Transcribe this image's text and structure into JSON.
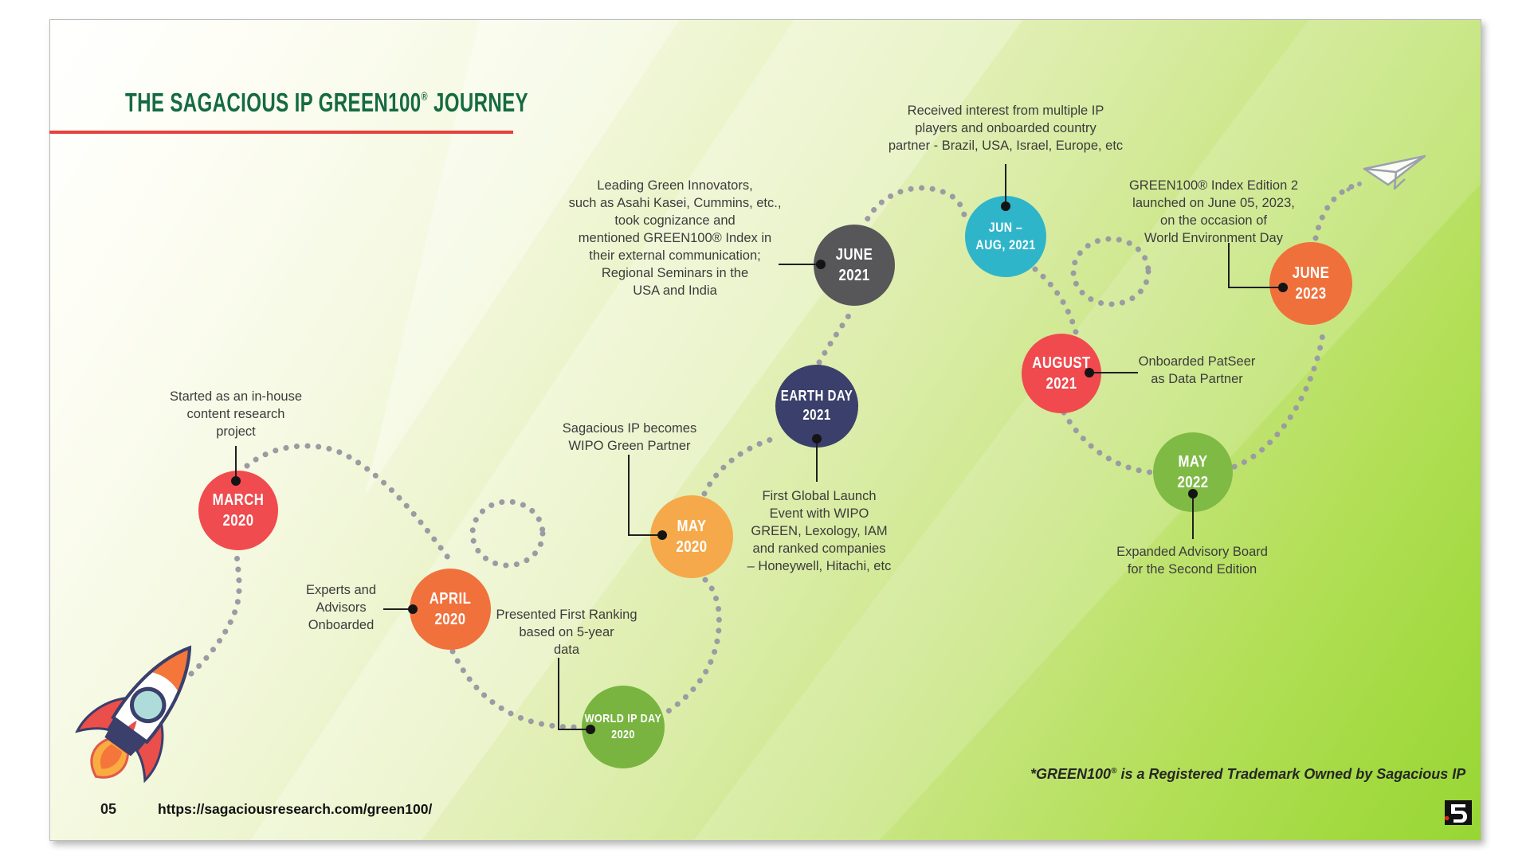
{
  "slide": {
    "title": {
      "main": "THE SAGACIOUS IP GREEN100",
      "registered": "®",
      "suffix": " JOURNEY"
    },
    "accent_colors": {
      "title_green": "#156B40",
      "underline_red": "#E8403A",
      "dotted_path_gray": "#9b9ba3"
    },
    "icons": {
      "rocket": "rocket-illustration",
      "paper_plane": "paper-plane-icon",
      "logo": "sagacious-logo"
    },
    "footer": {
      "page_number": "05",
      "url": "https://sagaciousresearch.com/green100/"
    },
    "trademark": {
      "prefix": "*GREEN100",
      "registered": "®",
      "suffix": " is a Registered Trademark Owned by Sagacious IP"
    }
  },
  "milestones": [
    {
      "label_line1": "MARCH",
      "label_line2": "2020",
      "color": "#F04B4E",
      "description": "Started as an in-house\ncontent research\nproject"
    },
    {
      "label_line1": "APRIL",
      "label_line2": "2020",
      "color": "#F1713C",
      "description": "Experts and\nAdvisors\nOnboarded"
    },
    {
      "label_line1": "WORLD IP DAY",
      "label_line2": "2020",
      "color": "#79B440",
      "description": "Presented First Ranking\nbased on 5-year\ndata"
    },
    {
      "label_line1": "MAY",
      "label_line2": "2020",
      "color": "#F5A94B",
      "description": "Sagacious IP becomes\nWIPO Green Partner"
    },
    {
      "label_line1": "EARTH DAY",
      "label_line2": "2021",
      "color": "#3A3F6B",
      "description": "First Global Launch\nEvent with WIPO\nGREEN, Lexology, IAM\nand ranked companies\n– Honeywell, Hitachi, etc"
    },
    {
      "label_line1": "JUNE",
      "label_line2": "2021",
      "color": "#575659",
      "description": "Leading Green Innovators,\nsuch as Asahi Kasei, Cummins, etc.,\ntook cognizance and\nmentioned GREEN100® Index in\ntheir external communication;\nRegional Seminars in the\nUSA and India"
    },
    {
      "label_line1": "JUN –",
      "label_line2": "AUG, 2021",
      "color": "#2FB5C9",
      "description": "Received interest from multiple IP\nplayers and onboarded country\npartner - Brazil, USA, Israel, Europe, etc"
    },
    {
      "label_line1": "AUGUST",
      "label_line2": "2021",
      "color": "#F0494E",
      "description": "Onboarded PatSeer\nas Data Partner"
    },
    {
      "label_line1": "MAY",
      "label_line2": "2022",
      "color": "#7FBA45",
      "description": "Expanded Advisory Board\nfor the Second Edition"
    },
    {
      "label_line1": "JUNE",
      "label_line2": "2023",
      "color": "#F0703C",
      "description": "GREEN100® Index Edition 2\nlaunched on June 05, 2023,\non the occasion of\nWorld Environment Day"
    }
  ]
}
